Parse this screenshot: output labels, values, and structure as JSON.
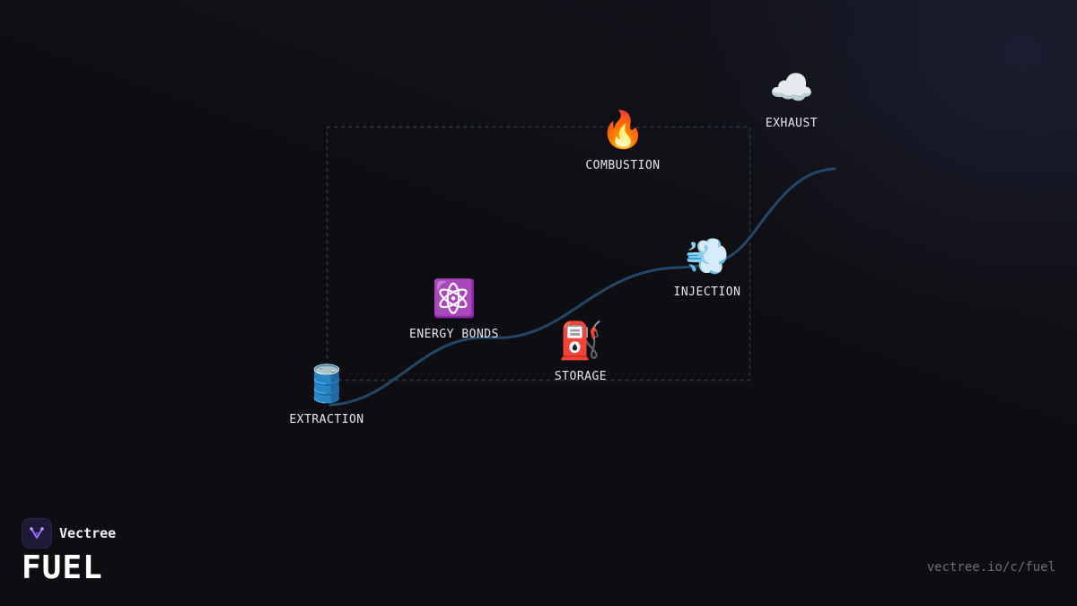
{
  "brand": {
    "name": "Vectree",
    "accent_color": "#a36bff"
  },
  "page": {
    "title": "FUEL",
    "url": "vectree.io/c/fuel"
  },
  "diagram": {
    "connector_color": "#23476b",
    "group_border_color": "#2c3a4c",
    "nodes": [
      {
        "id": "extraction",
        "label": "EXTRACTION",
        "icon": "oil-drum-icon",
        "emoji": "🛢️"
      },
      {
        "id": "energy-bonds",
        "label": "ENERGY BONDS",
        "icon": "atom-icon",
        "emoji": "⚛️"
      },
      {
        "id": "storage",
        "label": "STORAGE",
        "icon": "fuel-pump-icon",
        "emoji": "⛽"
      },
      {
        "id": "injection",
        "label": "INJECTION",
        "icon": "dash-wind-icon",
        "emoji": "💨"
      },
      {
        "id": "combustion",
        "label": "COMBUSTION",
        "icon": "fire-icon",
        "emoji": "🔥"
      },
      {
        "id": "exhaust",
        "label": "EXHAUST",
        "icon": "cloud-icon",
        "emoji": "☁️"
      }
    ]
  }
}
